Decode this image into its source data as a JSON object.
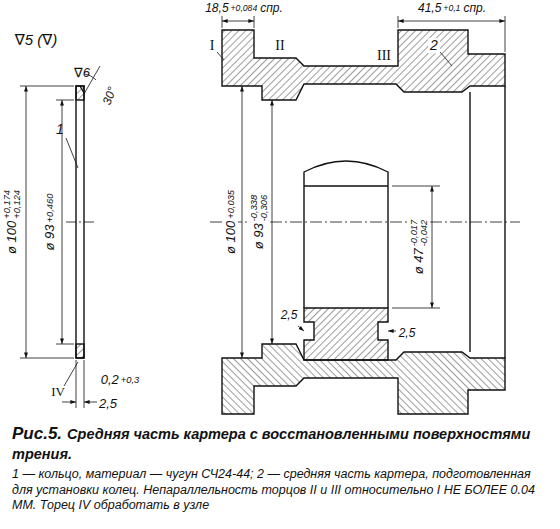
{
  "diagram": {
    "title": "Рис.5.",
    "caption": "Средняя часть картера с восстановленными поверхностями трения.",
    "labels": [
      "∇5 (∇)",
      "∇6",
      "1",
      "30°",
      "ø 100",
      "+0,174",
      "+0,124",
      "ø 93",
      "+0,460",
      "IV",
      "0,2",
      "+0,3",
      "2,5",
      "18,5",
      "+0,084",
      "спр.",
      "41,5",
      "+0,1",
      "спр.",
      "I",
      "II",
      "III",
      "2",
      "ø 100",
      "+0,035",
      "ø 93",
      "-0,338",
      "-0,306",
      "ø 47",
      "-0,017",
      "-0,042",
      "2,5",
      "2,5",
      "1 — кольцо, материал — чугун СЧ24-44; 2 — средняя часть картера, подготовленная для установки колец. Непараллельность торцов II и III относительно I НЕ БОЛЕЕ 0.04 ММ. Торец IV обработать в узле"
    ]
  }
}
